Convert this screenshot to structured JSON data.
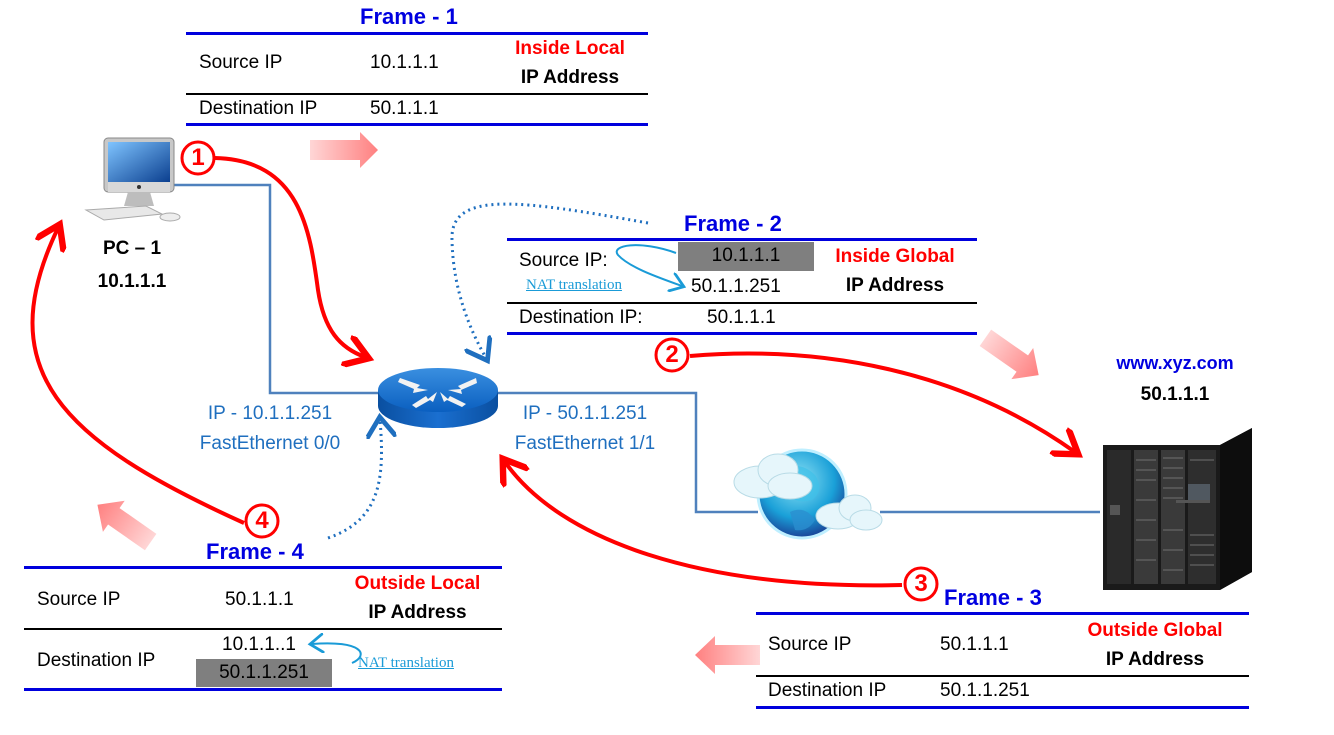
{
  "frames": [
    {
      "title": "Frame - 1",
      "source_label": "Source IP",
      "source_value": "10.1.1.1",
      "dest_label": "Destination IP",
      "dest_value": "50.1.1.1",
      "role_line1": "Inside Local",
      "role_line2": "IP Address"
    },
    {
      "title": "Frame - 2",
      "source_label": "Source IP:",
      "source_original": "10.1.1.1",
      "source_translated": "50.1.1.251",
      "nat_label": "NAT translation",
      "dest_label": "Destination IP:",
      "dest_value": "50.1.1.1",
      "role_line1": "Inside Global",
      "role_line2": "IP Address"
    },
    {
      "title": "Frame - 3",
      "source_label": "Source IP",
      "source_value": "50.1.1.1",
      "dest_label": "Destination IP",
      "dest_value": "50.1.1.251",
      "role_line1": "Outside Global",
      "role_line2": "IP Address"
    },
    {
      "title": "Frame - 4",
      "source_label": "Source IP",
      "source_value": "50.1.1.1",
      "dest_label": "Destination IP",
      "dest_translated": "10.1.1..1",
      "dest_original": "50.1.1.251",
      "nat_label": "NAT translation",
      "role_line1": "Outside Local",
      "role_line2": "IP Address"
    }
  ],
  "nodes": {
    "pc": {
      "name": "PC – 1",
      "ip": "10.1.1.1"
    },
    "server": {
      "name": "www.xyz.com",
      "ip": "50.1.1.1"
    },
    "router": {
      "inside_ip": "IP - 10.1.1.251",
      "inside_iface": "FastEthernet 0/0",
      "outside_ip": "IP - 50.1.1.251",
      "outside_iface": "FastEthernet 1/1"
    }
  },
  "steps": [
    "1",
    "2",
    "3",
    "4"
  ],
  "colors": {
    "frame_title": "#0000e0",
    "role": "#ff0000",
    "flow_arrow": "#ff0000",
    "link": "#4f81bd",
    "interface_text": "#1f6fbf",
    "nat_link": "#1a9bd7"
  }
}
